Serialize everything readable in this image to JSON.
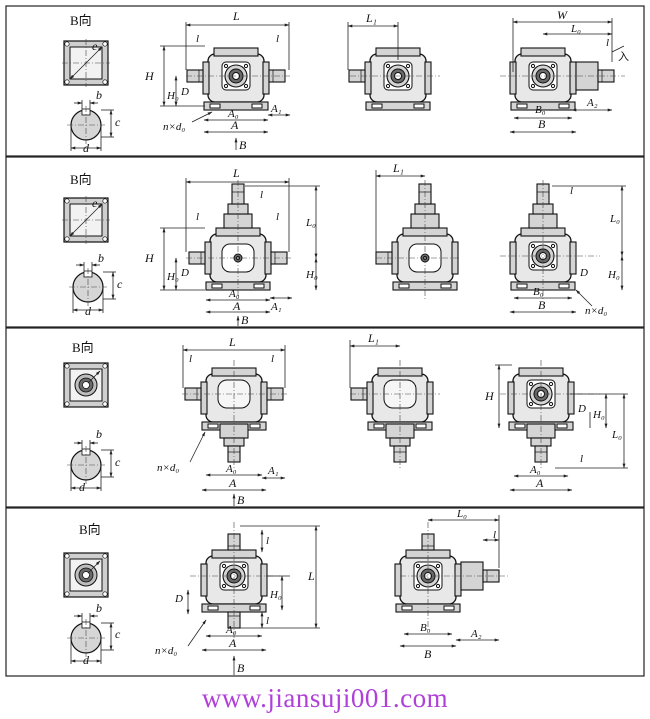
{
  "labels": {
    "view_b": "B向",
    "L": "L",
    "L0": "L₀",
    "L1": "L₁",
    "W": "W",
    "H": "H",
    "H0": "H₀",
    "D": "D",
    "A": "A",
    "A0": "A₀",
    "A1": "A₁",
    "A2": "A₂",
    "B": "B",
    "B0": "B₀",
    "b": "b",
    "c": "c",
    "d": "d",
    "e": "e",
    "l": "l",
    "nd0": "n×d₀",
    "lambda": "入"
  },
  "watermark": "www.jiansuji001.com"
}
